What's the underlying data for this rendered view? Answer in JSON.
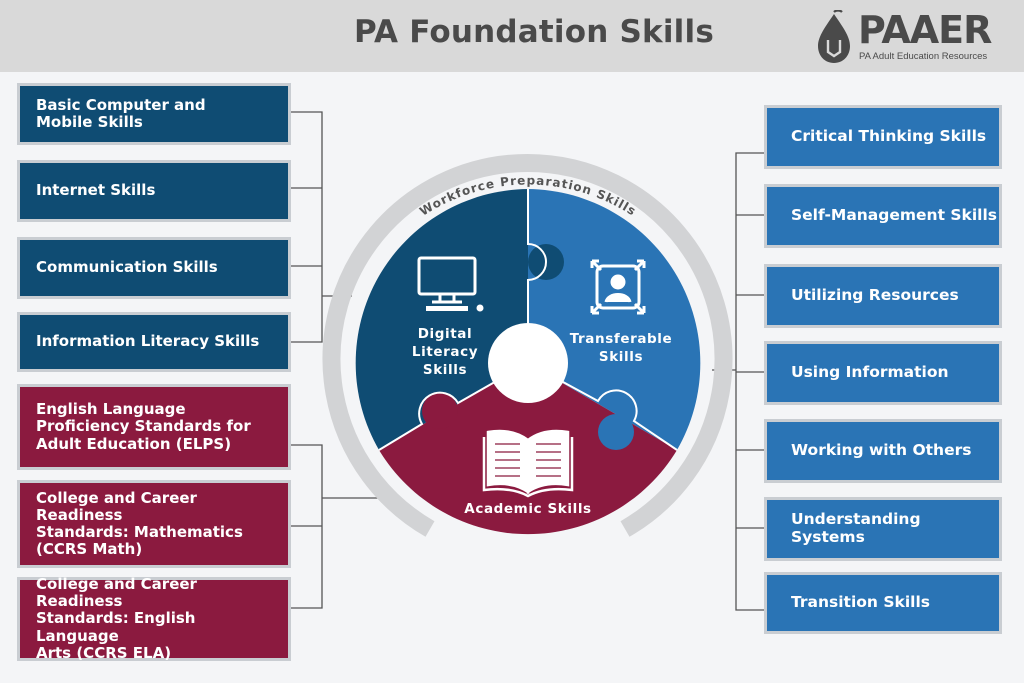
{
  "header": {
    "title": "PA Foundation Skills",
    "logo_name": "PAAER",
    "logo_tagline": "PA Adult Education Resources"
  },
  "wheel": {
    "ring_label": "Workforce Preparation Skills",
    "digital": [
      "Digital",
      "Literacy",
      "Skills"
    ],
    "transferable": [
      "Transferable",
      "Skills"
    ],
    "academic": "Academic Skills"
  },
  "left_blue": [
    [
      "Basic Computer and",
      "Mobile Skills"
    ],
    [
      "Internet Skills"
    ],
    [
      "Communication Skills"
    ],
    [
      "Information Literacy Skills"
    ]
  ],
  "left_red": [
    [
      "English Language",
      "Proficiency Standards for",
      "Adult Education (ELPS)"
    ],
    [
      "College and Career Readiness",
      "Standards: Mathematics",
      "(CCRS Math)"
    ],
    [
      "College and Career Readiness",
      "Standards: English Language",
      "Arts (CCRS ELA)"
    ]
  ],
  "right": [
    "Critical Thinking Skills",
    "Self-Management Skills",
    "Utilizing Resources",
    "Using Information",
    "Working with Others",
    "Understanding Systems",
    "Transition Skills"
  ],
  "colors": {
    "dark_blue": "#0f4c73",
    "light_blue": "#2a74b5",
    "maroon": "#8b1a3f",
    "ring_gray": "#d2d3d5"
  }
}
